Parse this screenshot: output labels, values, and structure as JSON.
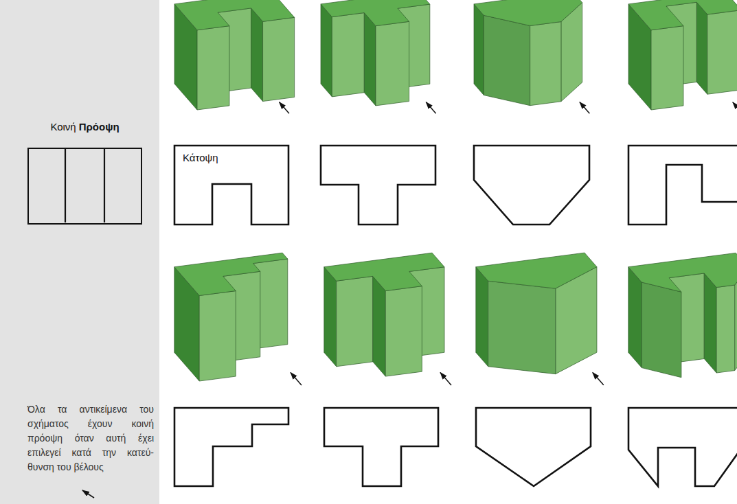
{
  "diagram": {
    "nodes": [
      {
        "text": [
          "Κοινή",
          "Πρόοψη"
        ]
      },
      {
        "text": [
          "Κάτοψη"
        ]
      }
    ],
    "edges": [],
    "labels": [
      "Όλα τα αντικείμενα του σχήματος έχουν κοινή πρόοψη όταν αυτή έχει επιλεγεί κατά την κατεύ- θυνση του βέλους"
    ]
  }
}
